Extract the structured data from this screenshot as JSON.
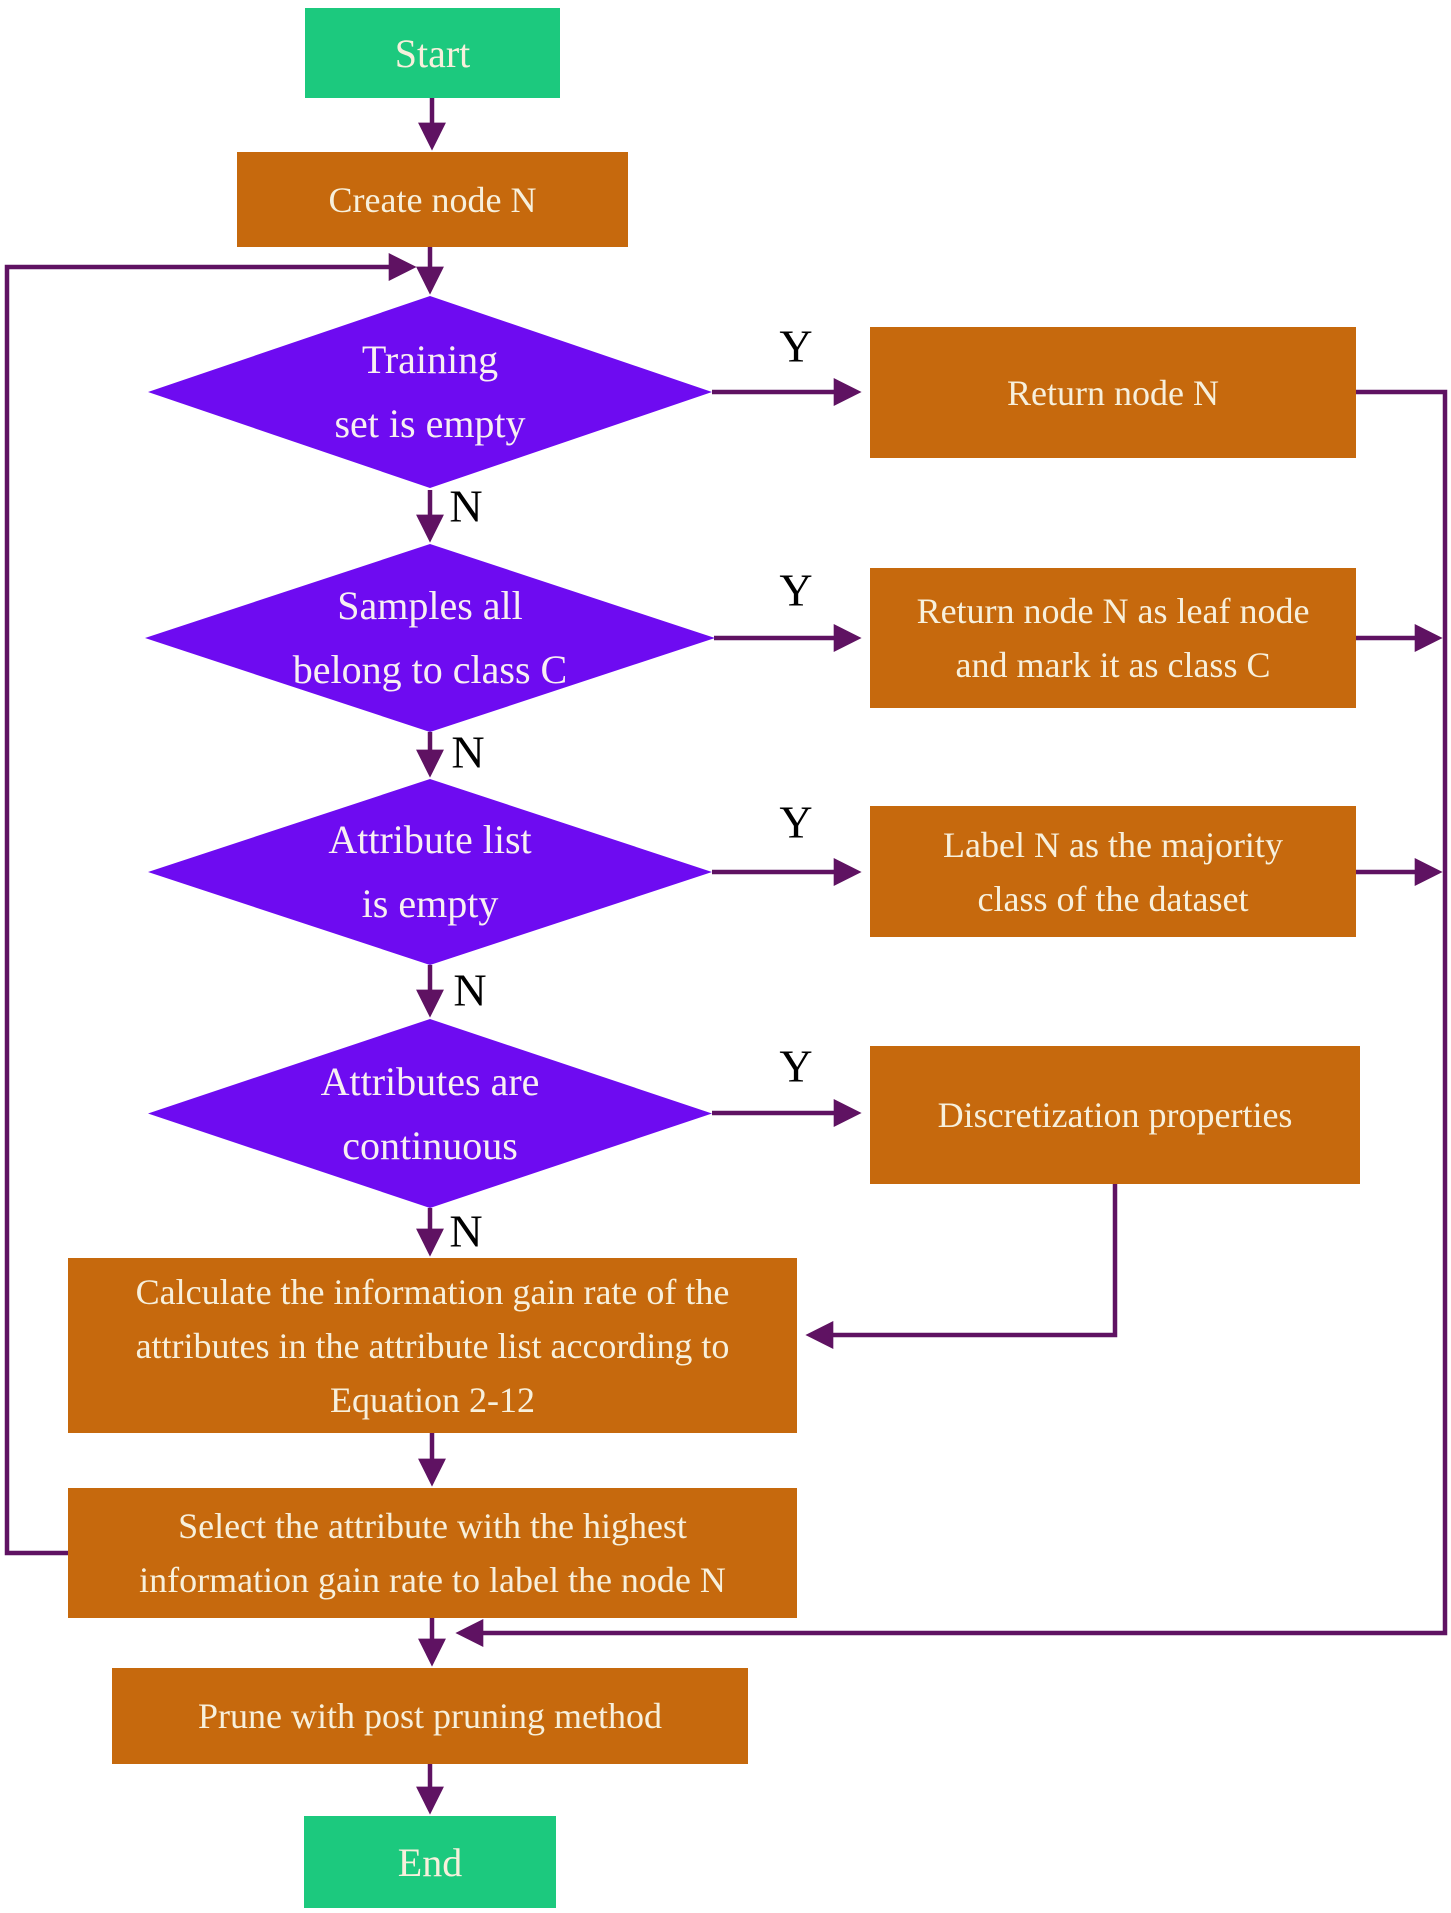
{
  "diagram": {
    "type": "flowchart",
    "nodes": {
      "start": {
        "label": "Start"
      },
      "create_node": {
        "label": "Create node N"
      },
      "d_training_empty": {
        "lines": [
          "Training",
          "set is empty"
        ]
      },
      "return_node": {
        "lines": [
          "Return node N"
        ]
      },
      "d_samples_class": {
        "lines": [
          "Samples all",
          "belong to class C"
        ]
      },
      "return_leaf": {
        "lines": [
          "Return node N as leaf node",
          "and mark it as class C"
        ]
      },
      "d_attr_list_empty": {
        "lines": [
          "Attribute list",
          "is empty"
        ]
      },
      "label_majority": {
        "lines": [
          "Label N as the majority",
          "class of the dataset"
        ]
      },
      "d_attrs_continuous": {
        "lines": [
          "Attributes are",
          "continuous"
        ]
      },
      "discretization": {
        "lines": [
          "Discretization properties"
        ]
      },
      "calculate_gain": {
        "lines": [
          "Calculate the information gain rate of the",
          "attributes in the attribute list according to",
          "Equation 2-12"
        ]
      },
      "select_attribute": {
        "lines": [
          "Select the attribute with the highest",
          "information gain rate to label the node N"
        ]
      },
      "prune": {
        "label": "Prune with post pruning method"
      },
      "end": {
        "label": "End"
      }
    },
    "edge_labels": {
      "yes": "Y",
      "no": "N"
    }
  },
  "colors": {
    "terminal_green": "#1CC97E",
    "process_orange": "#C6690D",
    "decision_violet": "#6E0BF1",
    "connector_purple": "#5F1262",
    "node_text": "#F7F0DC",
    "decision_text": "#F8EFF2",
    "edge_label_text": "#000000",
    "page_bg": "#FFFFFF"
  }
}
